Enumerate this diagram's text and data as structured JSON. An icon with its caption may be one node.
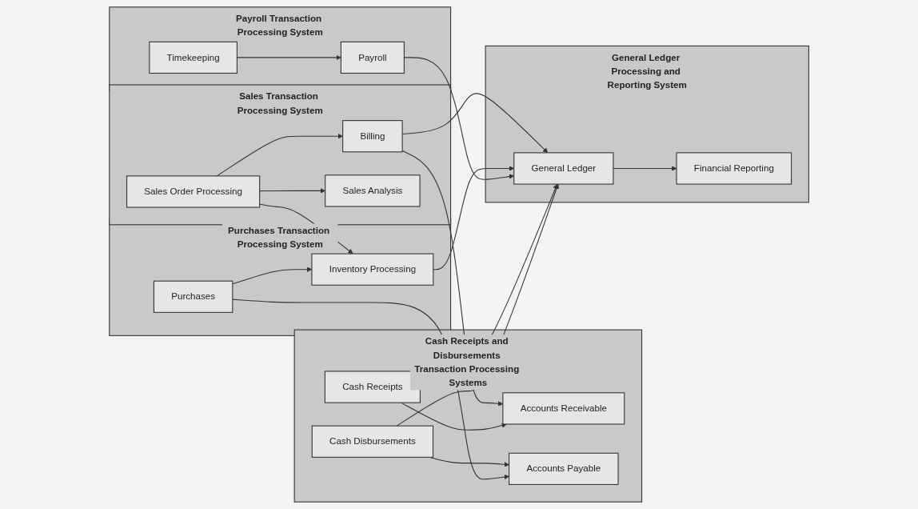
{
  "diagram": {
    "nodes": [
      {
        "text": [
          "Sales Transaction Processing System"
        ]
      },
      {
        "text": [
          "Sales Order Processing"
        ],
        "in": 0
      },
      {
        "text": [
          "Billing"
        ],
        "in": 0
      },
      {
        "text": [
          "Sales Analysis"
        ],
        "in": 0
      },
      {
        "text": [
          "Cash Receipts and Disbursements Transaction Processing Systems"
        ]
      },
      {
        "text": [
          "Accounts Receivable"
        ],
        "in": 4
      },
      {
        "text": [
          "Cash Receipts"
        ],
        "in": 4
      },
      {
        "text": [
          "Accounts Payable"
        ],
        "in": 4
      },
      {
        "text": [
          "Cash Disbursements"
        ],
        "in": 4
      },
      {
        "text": [
          "General Ledger Processing and Reporting System"
        ]
      },
      {
        "text": [
          "General Ledger"
        ],
        "in": 9
      },
      {
        "text": [
          "Financial Reporting"
        ],
        "in": 9
      },
      {
        "text": [
          "Purchases Transaction Processing System"
        ]
      },
      {
        "text": [
          "Purchases"
        ],
        "in": 12
      },
      {
        "text": [
          "Inventory Processing"
        ],
        "in": 12
      },
      {
        "text": [
          "Payroll Transaction Processing System"
        ]
      },
      {
        "text": [
          "Payroll"
        ],
        "in": 15
      },
      {
        "text": [
          "Timekeeping"
        ],
        "in": 15
      }
    ],
    "edges": [
      {
        "from": 1,
        "to": 2,
        "arrow": "to"
      },
      {
        "from": 2,
        "to": 5,
        "arrow": "to"
      },
      {
        "from": 6,
        "to": 5,
        "arrow": "to"
      },
      {
        "from": 1,
        "to": 3,
        "arrow": "to"
      },
      {
        "from": 1,
        "to": 14,
        "arrow": "to"
      },
      {
        "from": 2,
        "to": 10,
        "arrow": "to"
      },
      {
        "from": 6,
        "to": 10,
        "arrow": "to"
      },
      {
        "from": 8,
        "to": 7,
        "arrow": "to"
      },
      {
        "from": 8,
        "to": 10,
        "arrow": "to"
      },
      {
        "from": 13,
        "to": 7,
        "arrow": "to"
      },
      {
        "from": 13,
        "to": 14,
        "arrow": "to"
      },
      {
        "from": 14,
        "to": 10,
        "arrow": "to"
      },
      {
        "from": 17,
        "to": 16,
        "arrow": "to"
      },
      {
        "from": 16,
        "to": 10,
        "arrow": "to"
      },
      {
        "from": 10,
        "to": 11,
        "arrow": "to"
      }
    ]
  }
}
